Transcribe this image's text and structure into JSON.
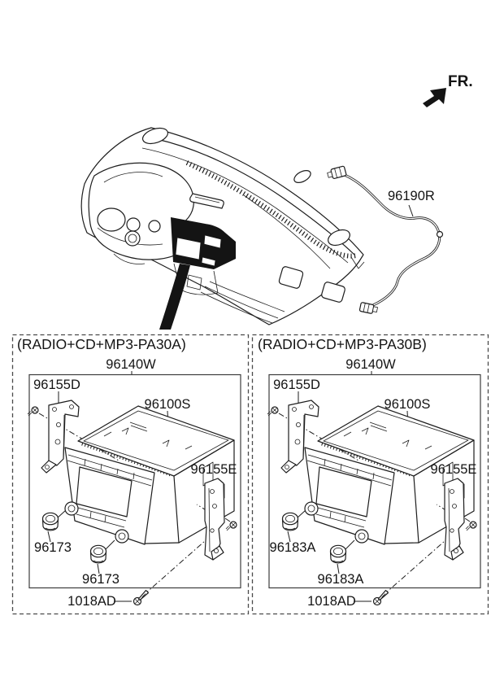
{
  "page": {
    "background": "#ffffff",
    "line_color": "#1d1d1d"
  },
  "orientation": {
    "front_label": "FR."
  },
  "overview": {
    "antenna_cable_label": "96190R"
  },
  "panels": [
    {
      "title": "(RADIO+CD+MP3-PA30A)",
      "assembly_label": "96140W",
      "bracket_left_label": "96155D",
      "head_unit_label": "96100S",
      "bracket_right_label": "96155E",
      "knob_upper_label": "96173",
      "knob_lower_label": "96173",
      "screw_label": "1018AD"
    },
    {
      "title": "(RADIO+CD+MP3-PA30B)",
      "assembly_label": "96140W",
      "bracket_left_label": "96155D",
      "head_unit_label": "96100S",
      "bracket_right_label": "96155E",
      "knob_upper_label": "96183A",
      "knob_lower_label": "96183A",
      "screw_label": "1018AD"
    }
  ]
}
